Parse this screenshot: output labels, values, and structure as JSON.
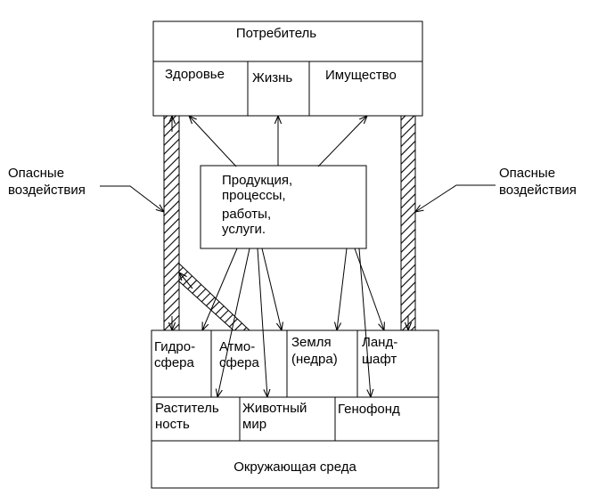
{
  "consumer": {
    "title": "Потребитель",
    "cells": [
      "Здоровье",
      "Жизнь",
      "Имущество"
    ]
  },
  "hazards": {
    "left": [
      "Опасные",
      "воздействия"
    ],
    "right": [
      "Опасные",
      "воздействия"
    ]
  },
  "product": {
    "lines": [
      "Продукция,",
      "процессы,",
      "работы,",
      "услуги."
    ]
  },
  "environment": {
    "row1": [
      [
        "Гидро-",
        "сфера"
      ],
      [
        "Атмо-",
        "сфера"
      ],
      [
        "Земля",
        "(недра)"
      ],
      [
        "Ланд-",
        "шафт"
      ]
    ],
    "row2": [
      [
        "Раститель",
        "ность"
      ],
      [
        "Животный",
        "мир"
      ],
      [
        "Генофонд"
      ]
    ],
    "footer": "Окружающая среда"
  }
}
